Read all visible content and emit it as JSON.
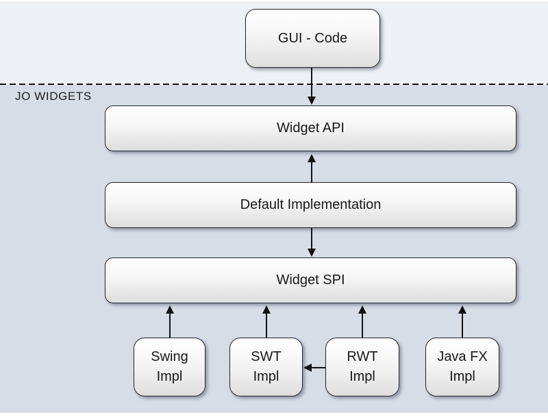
{
  "diagram": {
    "section_label": "JO WIDGETS",
    "nodes": {
      "gui_code": {
        "label": "GUI - Code"
      },
      "widget_api": {
        "label": "Widget API"
      },
      "default_impl": {
        "label": "Default Implementation"
      },
      "widget_spi": {
        "label": "Widget SPI"
      },
      "swing_impl": {
        "line1": "Swing",
        "line2": "Impl"
      },
      "swt_impl": {
        "line1": "SWT",
        "line2": "Impl"
      },
      "rwt_impl": {
        "line1": "RWT",
        "line2": "Impl"
      },
      "javafx_impl": {
        "line1": "Java FX",
        "line2": "Impl"
      }
    },
    "edges": [
      {
        "from": "gui_code",
        "to": "widget_api",
        "direction": "down"
      },
      {
        "from": "default_impl",
        "to": "widget_api",
        "direction": "up"
      },
      {
        "from": "default_impl",
        "to": "widget_spi",
        "direction": "down"
      },
      {
        "from": "swing_impl",
        "to": "widget_spi",
        "direction": "up"
      },
      {
        "from": "swt_impl",
        "to": "widget_spi",
        "direction": "up"
      },
      {
        "from": "rwt_impl",
        "to": "widget_spi",
        "direction": "up"
      },
      {
        "from": "javafx_impl",
        "to": "widget_spi",
        "direction": "up"
      },
      {
        "from": "rwt_impl",
        "to": "swt_impl",
        "direction": "left"
      }
    ],
    "colors": {
      "top_background": "#edf0f5",
      "bottom_background": "#d7dde7",
      "node_fill_top": "#ffffff",
      "node_fill_bottom": "#dedede",
      "node_border": "#26262a",
      "line": "#111111",
      "text": "#17171a"
    }
  }
}
